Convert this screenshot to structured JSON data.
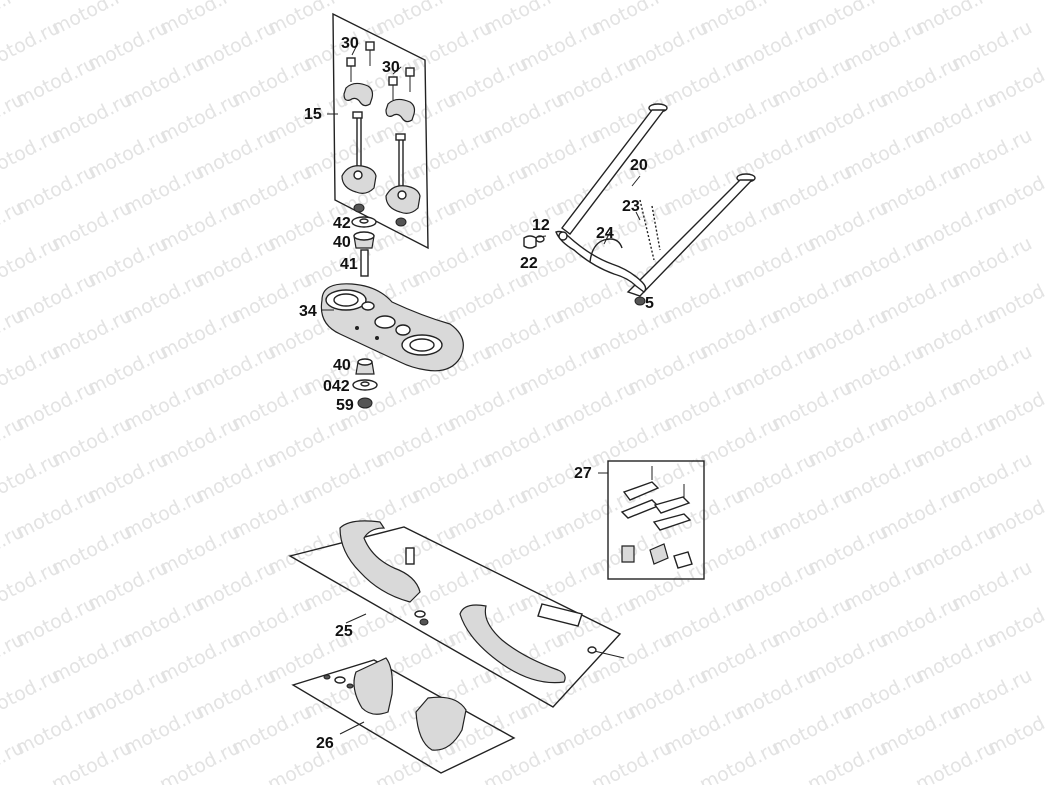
{
  "watermark": "motod.ru",
  "colors": {
    "line": "#222222",
    "watermark": "#e3e3e3"
  },
  "labels": {
    "p30a": "30",
    "p30b": "30",
    "p15": "15",
    "p42": "42",
    "p40a": "40",
    "p41": "41",
    "p34": "34",
    "p40b": "40",
    "p042": "042",
    "p59": "59",
    "p20": "20",
    "p23": "23",
    "p12": "12",
    "p24": "24",
    "p22": "22",
    "p5": "5",
    "p27": "27",
    "p25": "25",
    "p26": "26"
  }
}
